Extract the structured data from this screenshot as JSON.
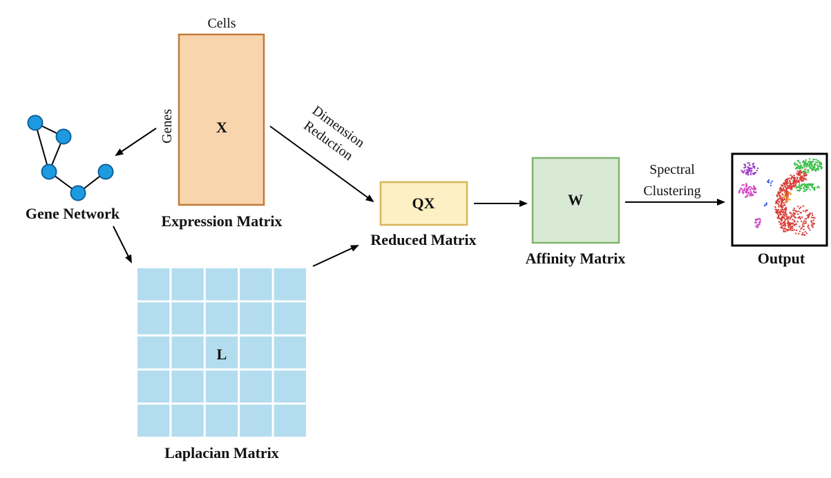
{
  "labels": {
    "cells": "Cells",
    "genes": "Genes",
    "expression_symbol": "X",
    "expression_matrix": "Expression Matrix",
    "gene_network": "Gene Network",
    "dimension": "Dimension",
    "reduction": "Reduction",
    "reduced_symbol": "QX",
    "reduced_matrix": "Reduced Matrix",
    "affinity_symbol": "W",
    "affinity_matrix": "Affinity Matrix",
    "spectral": "Spectral",
    "clustering": "Clustering",
    "output": "Output",
    "laplacian_symbol": "L",
    "laplacian_matrix": "Laplacian Matrix"
  },
  "colors": {
    "expression_fill": "#f9d5ad",
    "expression_stroke": "#c07a3a",
    "reduced_fill": "#fdf0c4",
    "reduced_stroke": "#d6b65a",
    "affinity_fill": "#d8e9d4",
    "affinity_stroke": "#7fb26b",
    "laplacian_fill": "#b3ddef",
    "node_fill": "#1e9be0",
    "node_stroke": "#0d5f9c",
    "cluster_red": "#d8413a",
    "cluster_green": "#3cbf4a",
    "cluster_purple": "#9b3fc6",
    "cluster_magenta": "#d23fbf",
    "cluster_blue": "#3b5fd8",
    "cluster_orange": "#f09a2a"
  },
  "icons": [
    "gene-network-graph-icon",
    "cluster-scatter-plot-icon"
  ]
}
